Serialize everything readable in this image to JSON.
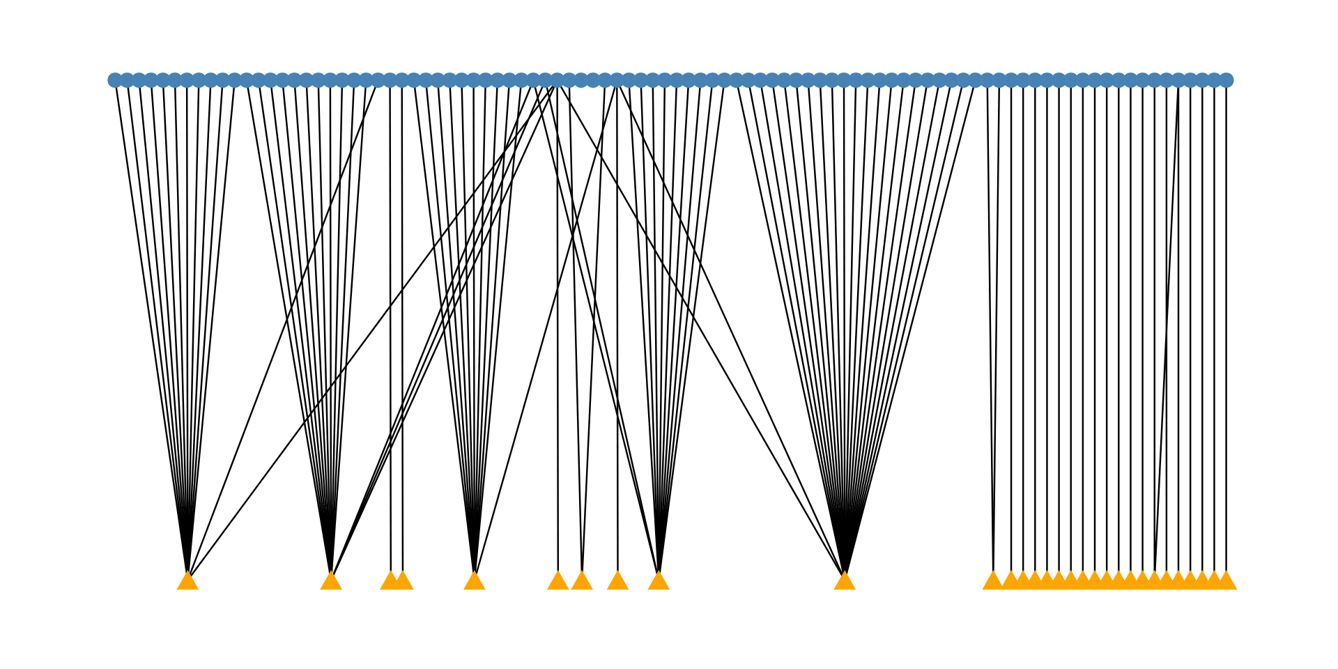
{
  "chart_data": {
    "type": "bipartite-graph",
    "top_node_count": 94,
    "bottom_node_count": 30,
    "top_node_color": "#4682b4",
    "bottom_node_color": "#ffa500",
    "edge_color": "#000000",
    "top_node_shape": "circle",
    "bottom_node_shape": "triangle",
    "edges": [
      [
        0,
        0
      ],
      [
        1,
        0
      ],
      [
        2,
        0
      ],
      [
        3,
        0
      ],
      [
        4,
        0
      ],
      [
        5,
        0
      ],
      [
        6,
        0
      ],
      [
        7,
        0
      ],
      [
        8,
        0
      ],
      [
        9,
        0
      ],
      [
        10,
        0
      ],
      [
        22,
        0
      ],
      [
        37,
        0
      ],
      [
        11,
        1
      ],
      [
        12,
        1
      ],
      [
        13,
        1
      ],
      [
        14,
        1
      ],
      [
        15,
        1
      ],
      [
        16,
        1
      ],
      [
        17,
        1
      ],
      [
        18,
        1
      ],
      [
        19,
        1
      ],
      [
        20,
        1
      ],
      [
        21,
        1
      ],
      [
        35,
        1
      ],
      [
        36,
        1
      ],
      [
        37,
        1
      ],
      [
        23,
        2
      ],
      [
        24,
        3
      ],
      [
        25,
        4
      ],
      [
        26,
        4
      ],
      [
        27,
        4
      ],
      [
        28,
        4
      ],
      [
        29,
        4
      ],
      [
        30,
        4
      ],
      [
        31,
        4
      ],
      [
        32,
        4
      ],
      [
        33,
        4
      ],
      [
        34,
        4
      ],
      [
        42,
        4
      ],
      [
        37,
        5
      ],
      [
        38,
        6
      ],
      [
        41,
        6
      ],
      [
        42,
        7
      ],
      [
        43,
        8
      ],
      [
        44,
        8
      ],
      [
        45,
        8
      ],
      [
        46,
        8
      ],
      [
        47,
        8
      ],
      [
        48,
        8
      ],
      [
        49,
        8
      ],
      [
        50,
        8
      ],
      [
        51,
        8
      ],
      [
        35,
        8
      ],
      [
        36,
        8
      ],
      [
        52,
        9
      ],
      [
        53,
        9
      ],
      [
        54,
        9
      ],
      [
        55,
        9
      ],
      [
        56,
        9
      ],
      [
        57,
        9
      ],
      [
        58,
        9
      ],
      [
        59,
        9
      ],
      [
        60,
        9
      ],
      [
        61,
        9
      ],
      [
        62,
        9
      ],
      [
        63,
        9
      ],
      [
        64,
        9
      ],
      [
        65,
        9
      ],
      [
        66,
        9
      ],
      [
        67,
        9
      ],
      [
        68,
        9
      ],
      [
        69,
        9
      ],
      [
        70,
        9
      ],
      [
        71,
        9
      ],
      [
        72,
        9
      ],
      [
        37,
        9
      ],
      [
        42,
        9
      ],
      [
        73,
        10
      ],
      [
        74,
        10
      ],
      [
        75,
        11
      ],
      [
        76,
        12
      ],
      [
        77,
        13
      ],
      [
        78,
        14
      ],
      [
        79,
        15
      ],
      [
        80,
        16
      ],
      [
        81,
        17
      ],
      [
        82,
        18
      ],
      [
        83,
        19
      ],
      [
        84,
        20
      ],
      [
        85,
        21
      ],
      [
        86,
        22
      ],
      [
        87,
        23
      ],
      [
        88,
        24
      ],
      [
        89,
        25
      ],
      [
        90,
        26
      ],
      [
        91,
        27
      ],
      [
        92,
        28
      ],
      [
        93,
        29
      ],
      [
        89,
        23
      ]
    ]
  }
}
